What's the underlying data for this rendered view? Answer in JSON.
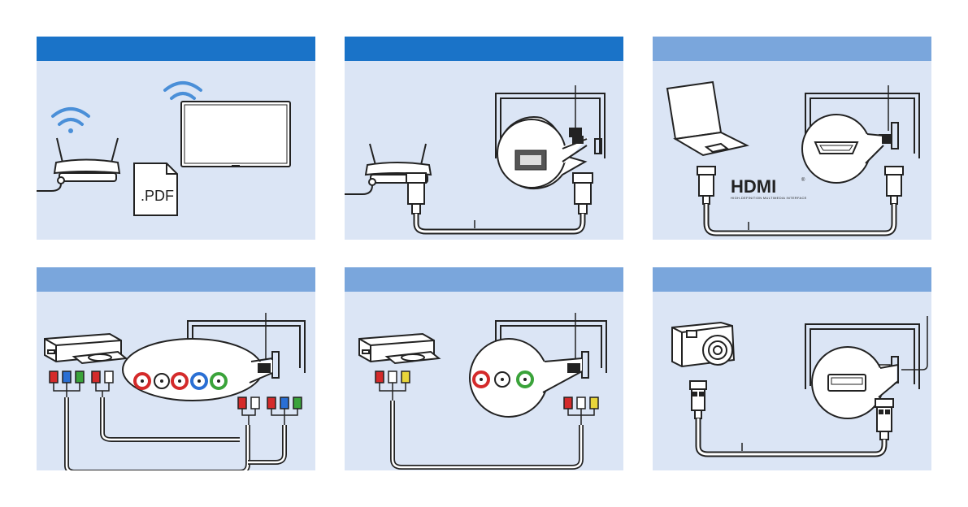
{
  "panels": [
    {
      "id": "wireless",
      "header_style": "dark"
    },
    {
      "id": "ethernet",
      "header_style": "dark"
    },
    {
      "id": "hdmi",
      "header_style": "light"
    },
    {
      "id": "component",
      "header_style": "light"
    },
    {
      "id": "composite",
      "header_style": "light"
    },
    {
      "id": "usb",
      "header_style": "light"
    }
  ],
  "labels": {
    "pdf": ".PDF",
    "hdmi_logo": "HDMI",
    "hdmi_tm": "®",
    "hdmi_tagline": "HIGH-DEFINITION MULTIMEDIA INTERFACE"
  },
  "colors": {
    "panel_bg": "#dbe5f5",
    "header_dark": "#1a73c8",
    "header_light": "#7aa6dc",
    "wifi": "#4a8fd8",
    "rca_red": "#d42a2a",
    "rca_green": "#3aa33a",
    "rca_blue": "#2a6fd4",
    "rca_yellow": "#e8d53a",
    "line": "#222222"
  },
  "icons": [
    "wifi-icon",
    "router-icon",
    "tv-icon",
    "pdf-file-icon",
    "ethernet-plug-icon",
    "ethernet-port-icon",
    "laptop-icon",
    "hdmi-plug-icon",
    "hdmi-port-icon",
    "dvd-player-icon",
    "rca-plug-icon",
    "rca-jack-icon",
    "camera-icon",
    "usb-plug-icon",
    "usb-port-icon"
  ]
}
